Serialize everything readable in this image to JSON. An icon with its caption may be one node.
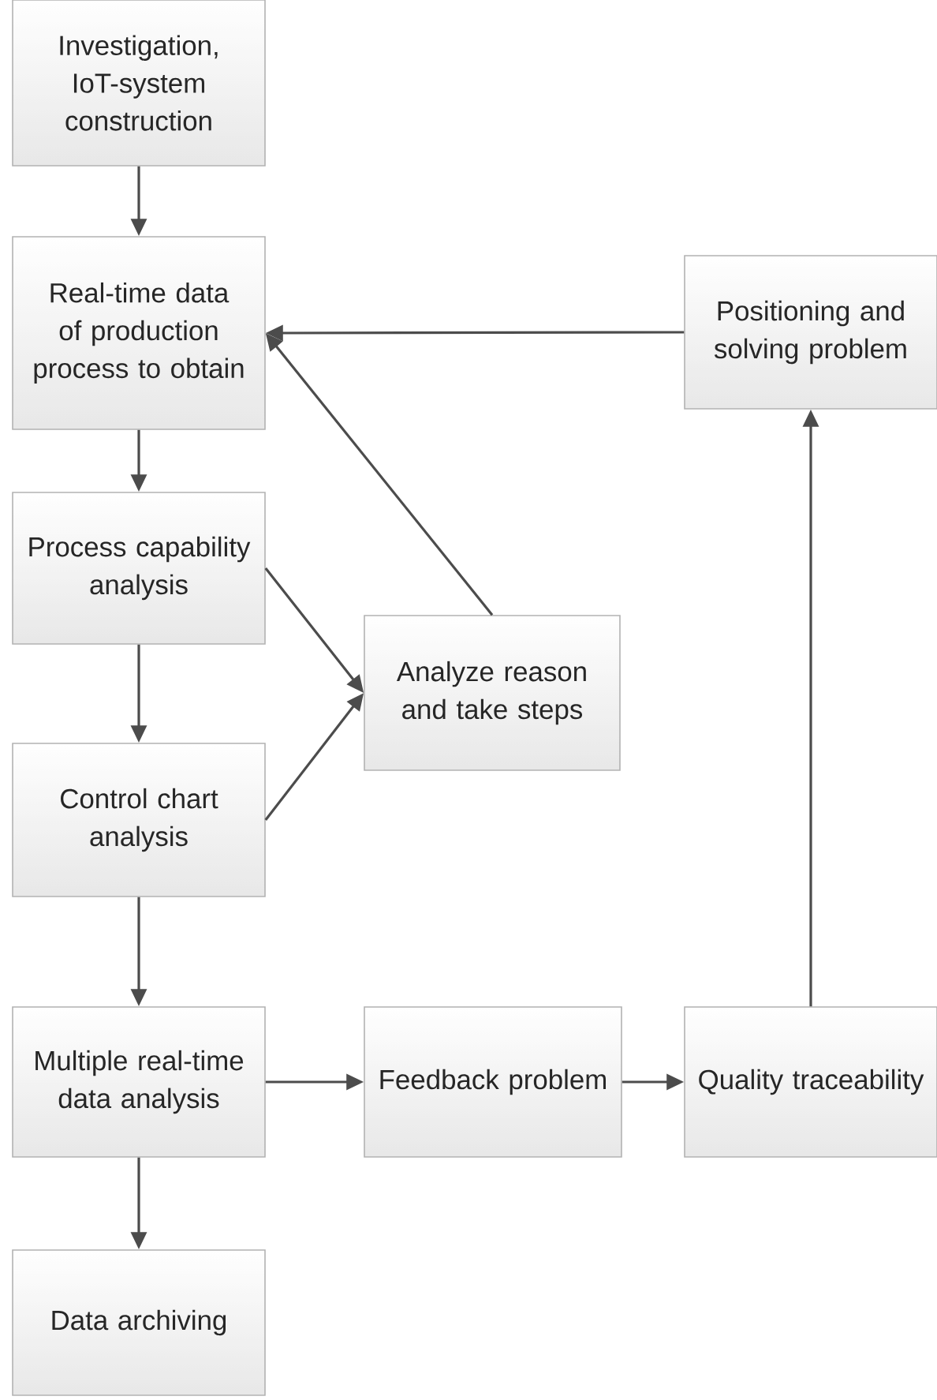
{
  "diagram": {
    "nodes": [
      {
        "text": [
          "Investigation, IoT-system construction"
        ]
      },
      {
        "text": [
          "Real-time data of production process to obtain"
        ]
      },
      {
        "text": [
          "Process capability analysis"
        ]
      },
      {
        "text": [
          "Control chart analysis"
        ]
      },
      {
        "text": [
          "Multiple real-time data analysis"
        ]
      },
      {
        "text": [
          "Data archiving"
        ]
      },
      {
        "text": [
          "Analyze reason and take steps"
        ]
      },
      {
        "text": [
          "Positioning and solving problem"
        ]
      },
      {
        "text": [
          "Feedback problem"
        ]
      },
      {
        "text": [
          "Quality traceability"
        ]
      }
    ],
    "edges": [
      {
        "from": 0,
        "to": 1,
        "arrow": "to"
      },
      {
        "from": 1,
        "to": 2,
        "arrow": "to"
      },
      {
        "from": 2,
        "to": 3,
        "arrow": "to"
      },
      {
        "from": 3,
        "to": 4,
        "arrow": "to"
      },
      {
        "from": 4,
        "to": 5,
        "arrow": "to"
      },
      {
        "from": 2,
        "to": 6,
        "arrow": "to"
      },
      {
        "from": 3,
        "to": 6,
        "arrow": "to"
      },
      {
        "from": 6,
        "to": 1,
        "arrow": "to"
      },
      {
        "from": 7,
        "to": 1,
        "arrow": "to"
      },
      {
        "from": 4,
        "to": 8,
        "arrow": "to"
      },
      {
        "from": 8,
        "to": 9,
        "arrow": "to"
      },
      {
        "from": 9,
        "to": 7,
        "arrow": "to"
      }
    ]
  }
}
